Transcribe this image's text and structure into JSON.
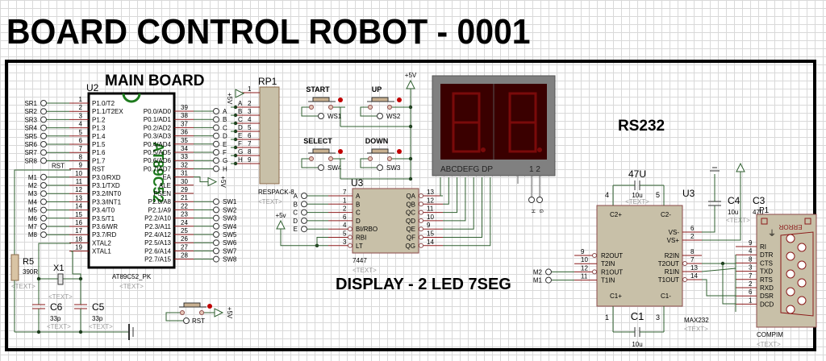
{
  "title": "BOARD CONTROL ROBOT - 0001",
  "sections": {
    "main_board": "MAIN BOARD",
    "display": "DISPLAY - 2 LED 7SEG",
    "rs232": "RS232"
  },
  "placeholder_text": "<TEXT>",
  "colors": {
    "wire": "#2f5f2f",
    "pin": "#8b1a1a",
    "chip_fill": "#c8c0a8",
    "chip_border": "#8b4a4a",
    "led_bg": "#3a0000",
    "led_seg": "#7a0a0a",
    "led_case": "#808080",
    "button_red": "#c00000"
  },
  "mcu": {
    "ref": "U2",
    "part": "AT89C52",
    "package": "AT89C52_PK",
    "left_pins": [
      {
        "num": "1",
        "name": "P1.0/T2",
        "net": "SR1"
      },
      {
        "num": "2",
        "name": "P1.1/T2EX",
        "net": "SR2"
      },
      {
        "num": "3",
        "name": "P1.2",
        "net": "SR3"
      },
      {
        "num": "4",
        "name": "P1.3",
        "net": "SR4"
      },
      {
        "num": "5",
        "name": "P1.4",
        "net": "SR5"
      },
      {
        "num": "6",
        "name": "P1.5",
        "net": "SR6"
      },
      {
        "num": "7",
        "name": "P1.6",
        "net": "SR7"
      },
      {
        "num": "8",
        "name": "P1.7",
        "net": "SR8"
      },
      {
        "num": "9",
        "name": "RST",
        "net": "RST"
      },
      {
        "num": "10",
        "name": "P3.0/RXD",
        "net": "M1"
      },
      {
        "num": "11",
        "name": "P3.1/TXD",
        "net": "M2"
      },
      {
        "num": "12",
        "name": "P3.2/INT0",
        "net": "M3"
      },
      {
        "num": "13",
        "name": "P3.3/INT1",
        "net": "M4"
      },
      {
        "num": "14",
        "name": "P3.4/T0",
        "net": "M5"
      },
      {
        "num": "15",
        "name": "P3.5/T1",
        "net": "M6"
      },
      {
        "num": "16",
        "name": "P3.6/WR",
        "net": "M7"
      },
      {
        "num": "17",
        "name": "P3.7/RD",
        "net": "M8"
      },
      {
        "num": "18",
        "name": "XTAL2",
        "net": ""
      },
      {
        "num": "19",
        "name": "XTAL1",
        "net": ""
      }
    ],
    "right_pins": [
      {
        "num": "39",
        "name": "P0.0/AD0",
        "net": "A"
      },
      {
        "num": "38",
        "name": "P0.1/AD1",
        "net": "B"
      },
      {
        "num": "37",
        "name": "P0.2/AD2",
        "net": "C"
      },
      {
        "num": "36",
        "name": "P0.3/AD3",
        "net": "D"
      },
      {
        "num": "35",
        "name": "P0.4/AD4",
        "net": "E"
      },
      {
        "num": "34",
        "name": "P0.5/AD5",
        "net": "F"
      },
      {
        "num": "33",
        "name": "P0.6/AD6",
        "net": "G"
      },
      {
        "num": "32",
        "name": "P0.7/AD7",
        "net": "H"
      },
      {
        "num": "31",
        "name": "EA",
        "net": "+5V"
      },
      {
        "num": "30",
        "name": "ALE",
        "net": ""
      },
      {
        "num": "29",
        "name": "PSEN",
        "net": ""
      },
      {
        "num": "21",
        "name": "P2.0/A8",
        "net": "SW1"
      },
      {
        "num": "22",
        "name": "P2.1/A9",
        "net": "SW2"
      },
      {
        "num": "23",
        "name": "P2.2/A10",
        "net": "SW3"
      },
      {
        "num": "24",
        "name": "P2.3/A11",
        "net": "SW4"
      },
      {
        "num": "25",
        "name": "P2.4/A12",
        "net": "SW5"
      },
      {
        "num": "26",
        "name": "P2.5/A13",
        "net": "SW6"
      },
      {
        "num": "27",
        "name": "P2.6/A14",
        "net": "SW7"
      },
      {
        "num": "28",
        "name": "P2.7/A15",
        "net": "SW8"
      }
    ]
  },
  "resistor_pack": {
    "ref": "RP1",
    "part": "RESPACK-8",
    "pins": [
      {
        "num": "1",
        "net": "+5V"
      },
      {
        "num": "2",
        "net": "A"
      },
      {
        "num": "3",
        "net": "B"
      },
      {
        "num": "4",
        "net": "C"
      },
      {
        "num": "5",
        "net": "D"
      },
      {
        "num": "6",
        "net": "E"
      },
      {
        "num": "7",
        "net": "F"
      },
      {
        "num": "8",
        "net": "G"
      },
      {
        "num": "9",
        "net": "H"
      }
    ]
  },
  "buttons": [
    {
      "label": "START",
      "net": "WS1"
    },
    {
      "label": "UP",
      "net": "WS2"
    },
    {
      "label": "SELECT",
      "net": "SW4"
    },
    {
      "label": "DOWN",
      "net": "SW3"
    }
  ],
  "reset_button": {
    "net": "RST",
    "supply": "+5V"
  },
  "supply_label": "+5V",
  "supply_label_small": "+5v",
  "decoder": {
    "ref": "U3",
    "part": "7447",
    "inputs": [
      {
        "num": "7",
        "name": "A",
        "net": "A"
      },
      {
        "num": "1",
        "name": "B",
        "net": "B"
      },
      {
        "num": "2",
        "name": "C",
        "net": "C"
      },
      {
        "num": "6",
        "name": "D",
        "net": "D"
      },
      {
        "num": "4",
        "name": "BI/RBO",
        "net": "E"
      },
      {
        "num": "5",
        "name": "RBI",
        "net": ""
      },
      {
        "num": "3",
        "name": "LT",
        "net": ""
      }
    ],
    "outputs": [
      {
        "num": "13",
        "name": "QA"
      },
      {
        "num": "12",
        "name": "QB"
      },
      {
        "num": "11",
        "name": "QC"
      },
      {
        "num": "10",
        "name": "QD"
      },
      {
        "num": "9",
        "name": "QE"
      },
      {
        "num": "15",
        "name": "QF"
      },
      {
        "num": "14",
        "name": "QG"
      }
    ]
  },
  "led_display": {
    "pin_label": "ABCDEFG  DP",
    "common_label": "1 2",
    "common_nets": [
      "H",
      "G"
    ]
  },
  "max232": {
    "ref": "U3",
    "part": "MAX232",
    "top_pins": [
      {
        "num": "4",
        "name": "C2+"
      },
      {
        "num": "5",
        "name": "C2-"
      }
    ],
    "bottom_pins": [
      {
        "num": "1",
        "name": "C1+"
      },
      {
        "num": "3",
        "name": "C1-"
      }
    ],
    "left_pins": [
      {
        "num": "9",
        "name": "R2OUT",
        "net": ""
      },
      {
        "num": "10",
        "name": "T2IN",
        "net": ""
      },
      {
        "num": "12",
        "name": "R1OUT",
        "net": "M2"
      },
      {
        "num": "11",
        "name": "T1IN",
        "net": "M1"
      }
    ],
    "right_pins": [
      {
        "num": "6",
        "name": "VS-"
      },
      {
        "num": "2",
        "name": "VS+"
      },
      {
        "num": "8",
        "name": "R2IN"
      },
      {
        "num": "7",
        "name": "T2OUT"
      },
      {
        "num": "13",
        "name": "R1IN"
      },
      {
        "num": "14",
        "name": "T1OUT"
      }
    ]
  },
  "capacitors": [
    {
      "ref": "47U",
      "value": "10u"
    },
    {
      "ref": "C1",
      "value": "10u"
    },
    {
      "ref": "C4",
      "value": "10u"
    },
    {
      "ref": "C3",
      "value": "47u"
    },
    {
      "ref": "C6",
      "value": "33p"
    },
    {
      "ref": "C5",
      "value": "33p"
    }
  ],
  "resistor": {
    "ref": "R5",
    "value": "390R"
  },
  "crystal": {
    "ref": "X1"
  },
  "connector": {
    "ref": "P1",
    "part": "COMPIM",
    "status": "ERROR",
    "pins": [
      {
        "num": "9",
        "name": "RI"
      },
      {
        "num": "4",
        "name": "DTR"
      },
      {
        "num": "8",
        "name": "CTS"
      },
      {
        "num": "3",
        "name": "TXD"
      },
      {
        "num": "7",
        "name": "RTS"
      },
      {
        "num": "2",
        "name": "RXD"
      },
      {
        "num": "6",
        "name": "DSR"
      },
      {
        "num": "1",
        "name": "DCD"
      }
    ]
  }
}
